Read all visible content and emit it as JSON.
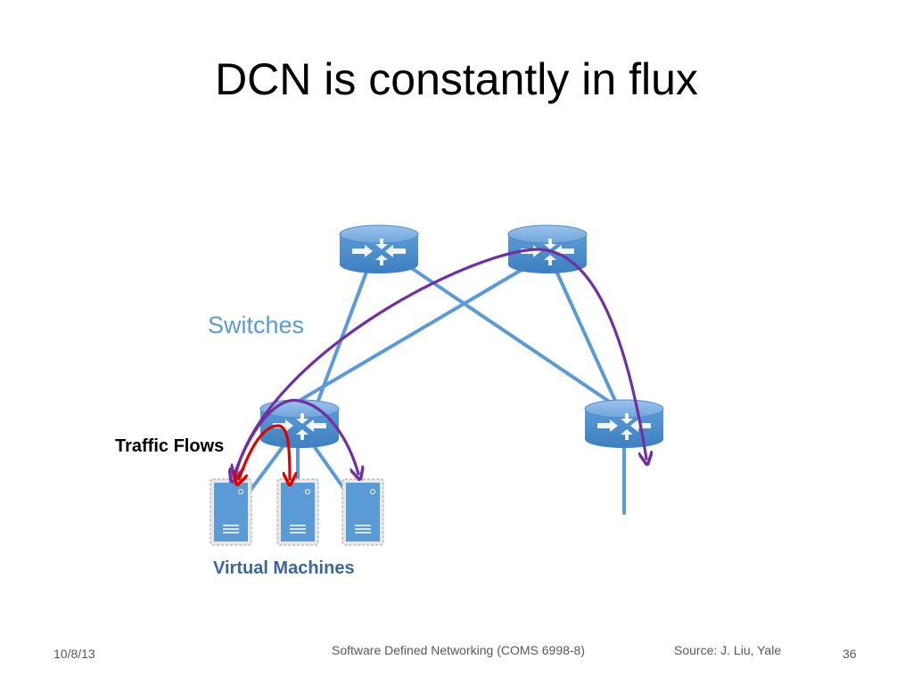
{
  "slide": {
    "title": "DCN is constantly in flux",
    "labels": {
      "switches": "Switches",
      "traffic_flows": "Traffic Flows",
      "virtual_machines": "Virtual Machines"
    },
    "footer": {
      "date": "10/8/13",
      "course": "Software Defined Networking (COMS 6998-8)",
      "source": "Source: J. Liu, Yale",
      "page": "36"
    }
  },
  "colors": {
    "link": "#5b9bd5",
    "switch": "#5b9bd5",
    "vm": "#5b9bd5",
    "flow_local": "#e00000",
    "flow_remote": "#7030a0"
  },
  "icons": [
    "router-switch-icon",
    "server-vm-icon"
  ]
}
